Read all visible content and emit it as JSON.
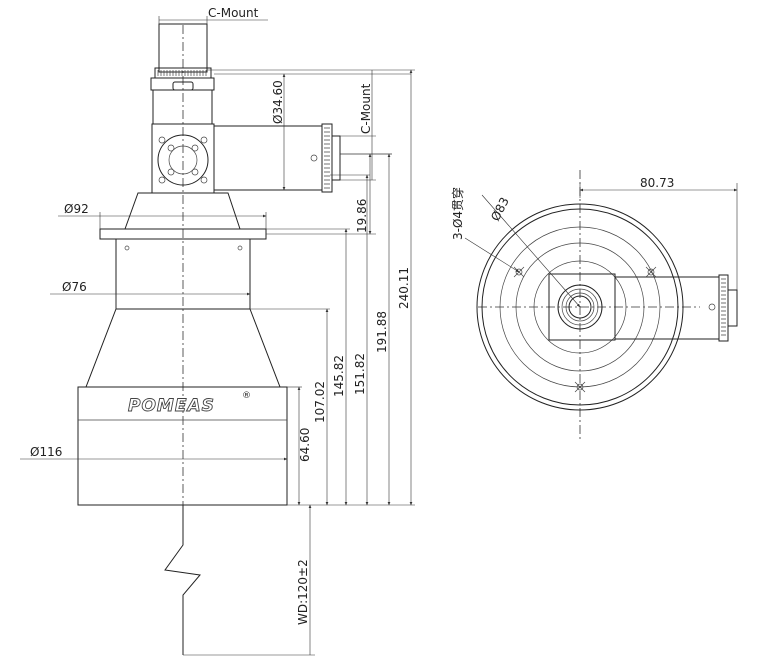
{
  "side_view": {
    "top_mount_label": "C-Mount",
    "side_mount_label": "C-Mount",
    "dia_side_port": "Ø34.60",
    "dia_flange": "Ø92",
    "dia_taper": "Ø76",
    "dia_front": "Ø116",
    "dim_19_86": "19.86",
    "dim_240_11": "240.11",
    "dim_191_88": "191.88",
    "dim_151_82": "151.82",
    "dim_145_82": "145.82",
    "dim_107_02": "107.02",
    "dim_64_60": "64.60",
    "working_distance": "WD:120±2",
    "brand": "POMEAS"
  },
  "front_view": {
    "width_dim": "80.73",
    "hole_note": "3-Ø4贯穿",
    "bolt_circle": "Ø83"
  }
}
